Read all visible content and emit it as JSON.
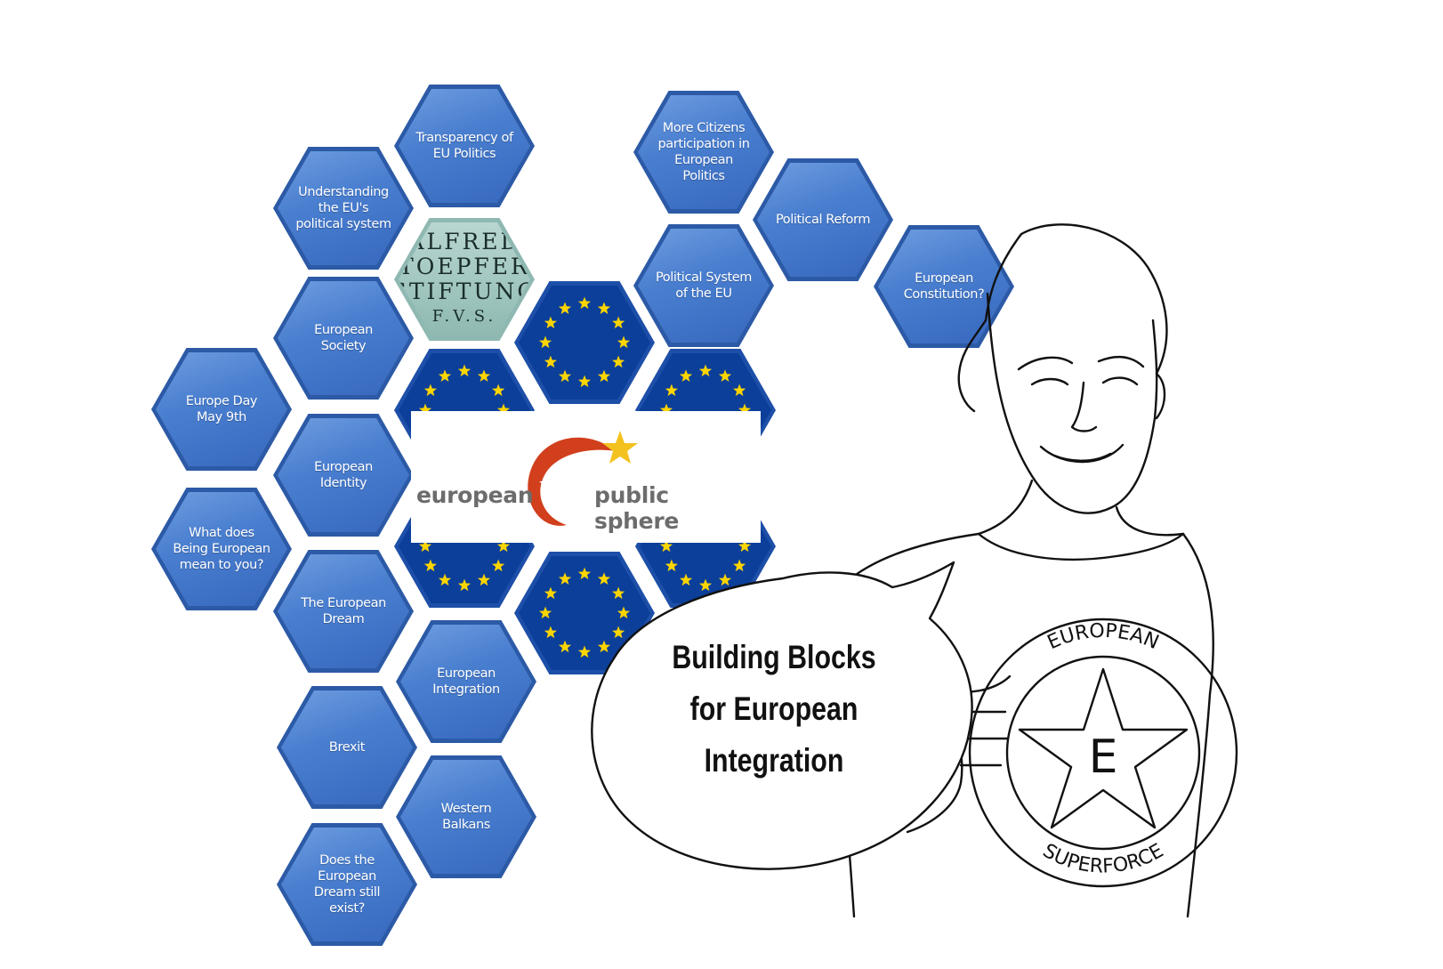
{
  "hexagons": [
    {
      "label": "Transparency of EU Politics"
    },
    {
      "label": "Understanding the EU's political system"
    },
    {
      "label": "European Society"
    },
    {
      "label": "Europe Day May 9th"
    },
    {
      "label": "European Identity"
    },
    {
      "label": "What does Being European mean to you?"
    },
    {
      "label": "The European Dream"
    },
    {
      "label": "European Integration"
    },
    {
      "label": "Brexit"
    },
    {
      "label": "Western Balkans"
    },
    {
      "label": "Does the European Dream still exist?"
    },
    {
      "label": "More Citizens participation in European Politics"
    },
    {
      "label": "Political Reform"
    },
    {
      "label": "Political System of the EU"
    },
    {
      "label": "European Constitution?"
    }
  ],
  "foundation_logo": {
    "line1": "ALFRED",
    "line2": "TOEPFER",
    "line3": "STIFTUNG",
    "line4": "F.V.S."
  },
  "eps_logo": {
    "left": "european",
    "right": "public sphere",
    "colors": {
      "swoosh": "#d13f1c",
      "star": "#f3c21e",
      "text": "#6c6c6c"
    }
  },
  "speech_bubble": {
    "line1": "Building Blocks",
    "line2": "for European",
    "line3": "Integration"
  },
  "badge": {
    "top": "EUROPEAN",
    "bottom": "SUPERFORCE",
    "letter": "E"
  },
  "colors": {
    "hex_blue": "#4a7fd0",
    "flag_blue": "#0b3f99",
    "flag_star": "#ffd500"
  }
}
